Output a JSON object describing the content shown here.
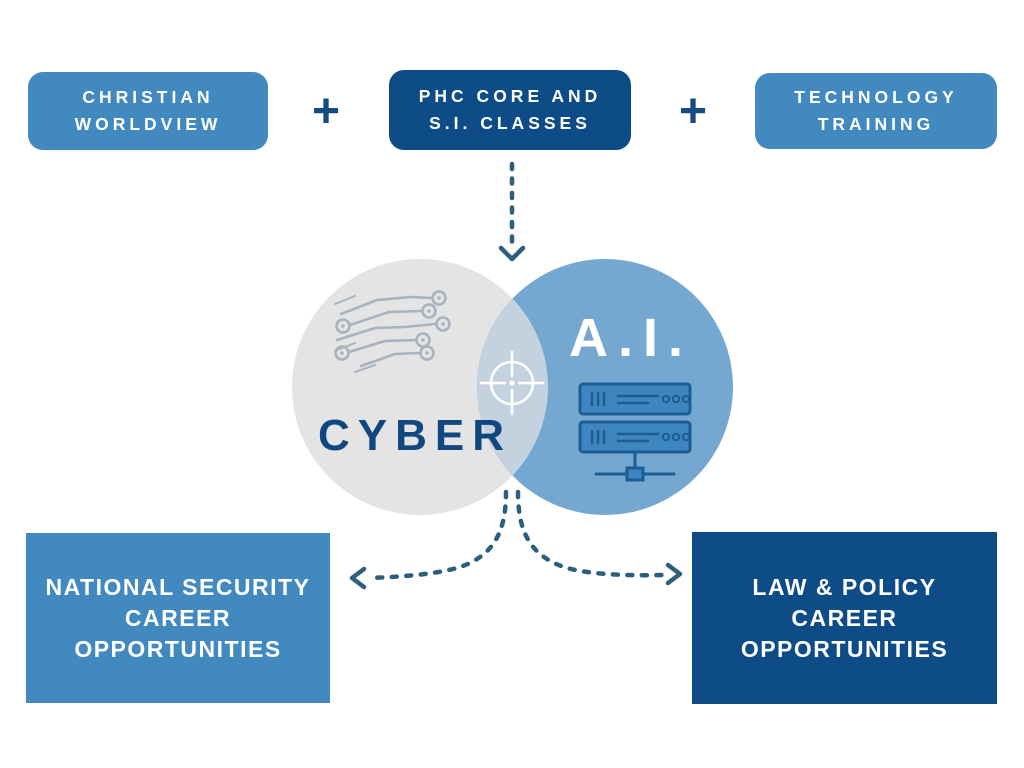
{
  "diagram": {
    "top_row": {
      "box_christian": {
        "label": "CHRISTIAN\nWORLDVIEW"
      },
      "plus1": "+",
      "box_phc": {
        "label": "PHC CORE AND\nS.I. CLASSES"
      },
      "plus2": "+",
      "box_technology": {
        "label": "TECHNOLOGY\nTRAINING"
      }
    },
    "venn": {
      "left_label": "CYBER",
      "right_label": "A.I.",
      "left_icon": "circuit-board-icon",
      "right_icon": "server-stack-icon",
      "overlap_icon": "crosshair-target-icon"
    },
    "flow": {
      "down_arrow_icon": "dotted-arrow-down",
      "split_arrows_icon": "dotted-split-arrows"
    },
    "bottom_row": {
      "box_national_security": {
        "label": "NATIONAL SECURITY\nCAREER\nOPPORTUNITIES"
      },
      "box_law_policy": {
        "label": "LAW & POLICY\nCAREER\nOPPORTUNITIES"
      }
    },
    "colors": {
      "background": "#FFFFFF",
      "medium_blue_box": "#4189BF",
      "dark_navy_box": "#0E4C87",
      "cyber_circle_gray": "#E4E4E4",
      "ai_circle_blue": "#75A8D1",
      "overlap_blue_gray": "#C3D2DE",
      "dotted_arrow_slate": "#2D5F7D",
      "plus_sign_navy": "#174A7F",
      "cyber_text_navy": "#10477E",
      "circuit_icon_gray": "#A9B3BD",
      "server_icon_fill": "#3E86BF",
      "server_icon_stroke": "#1E5D94",
      "white_text": "#FFFFFF"
    }
  }
}
